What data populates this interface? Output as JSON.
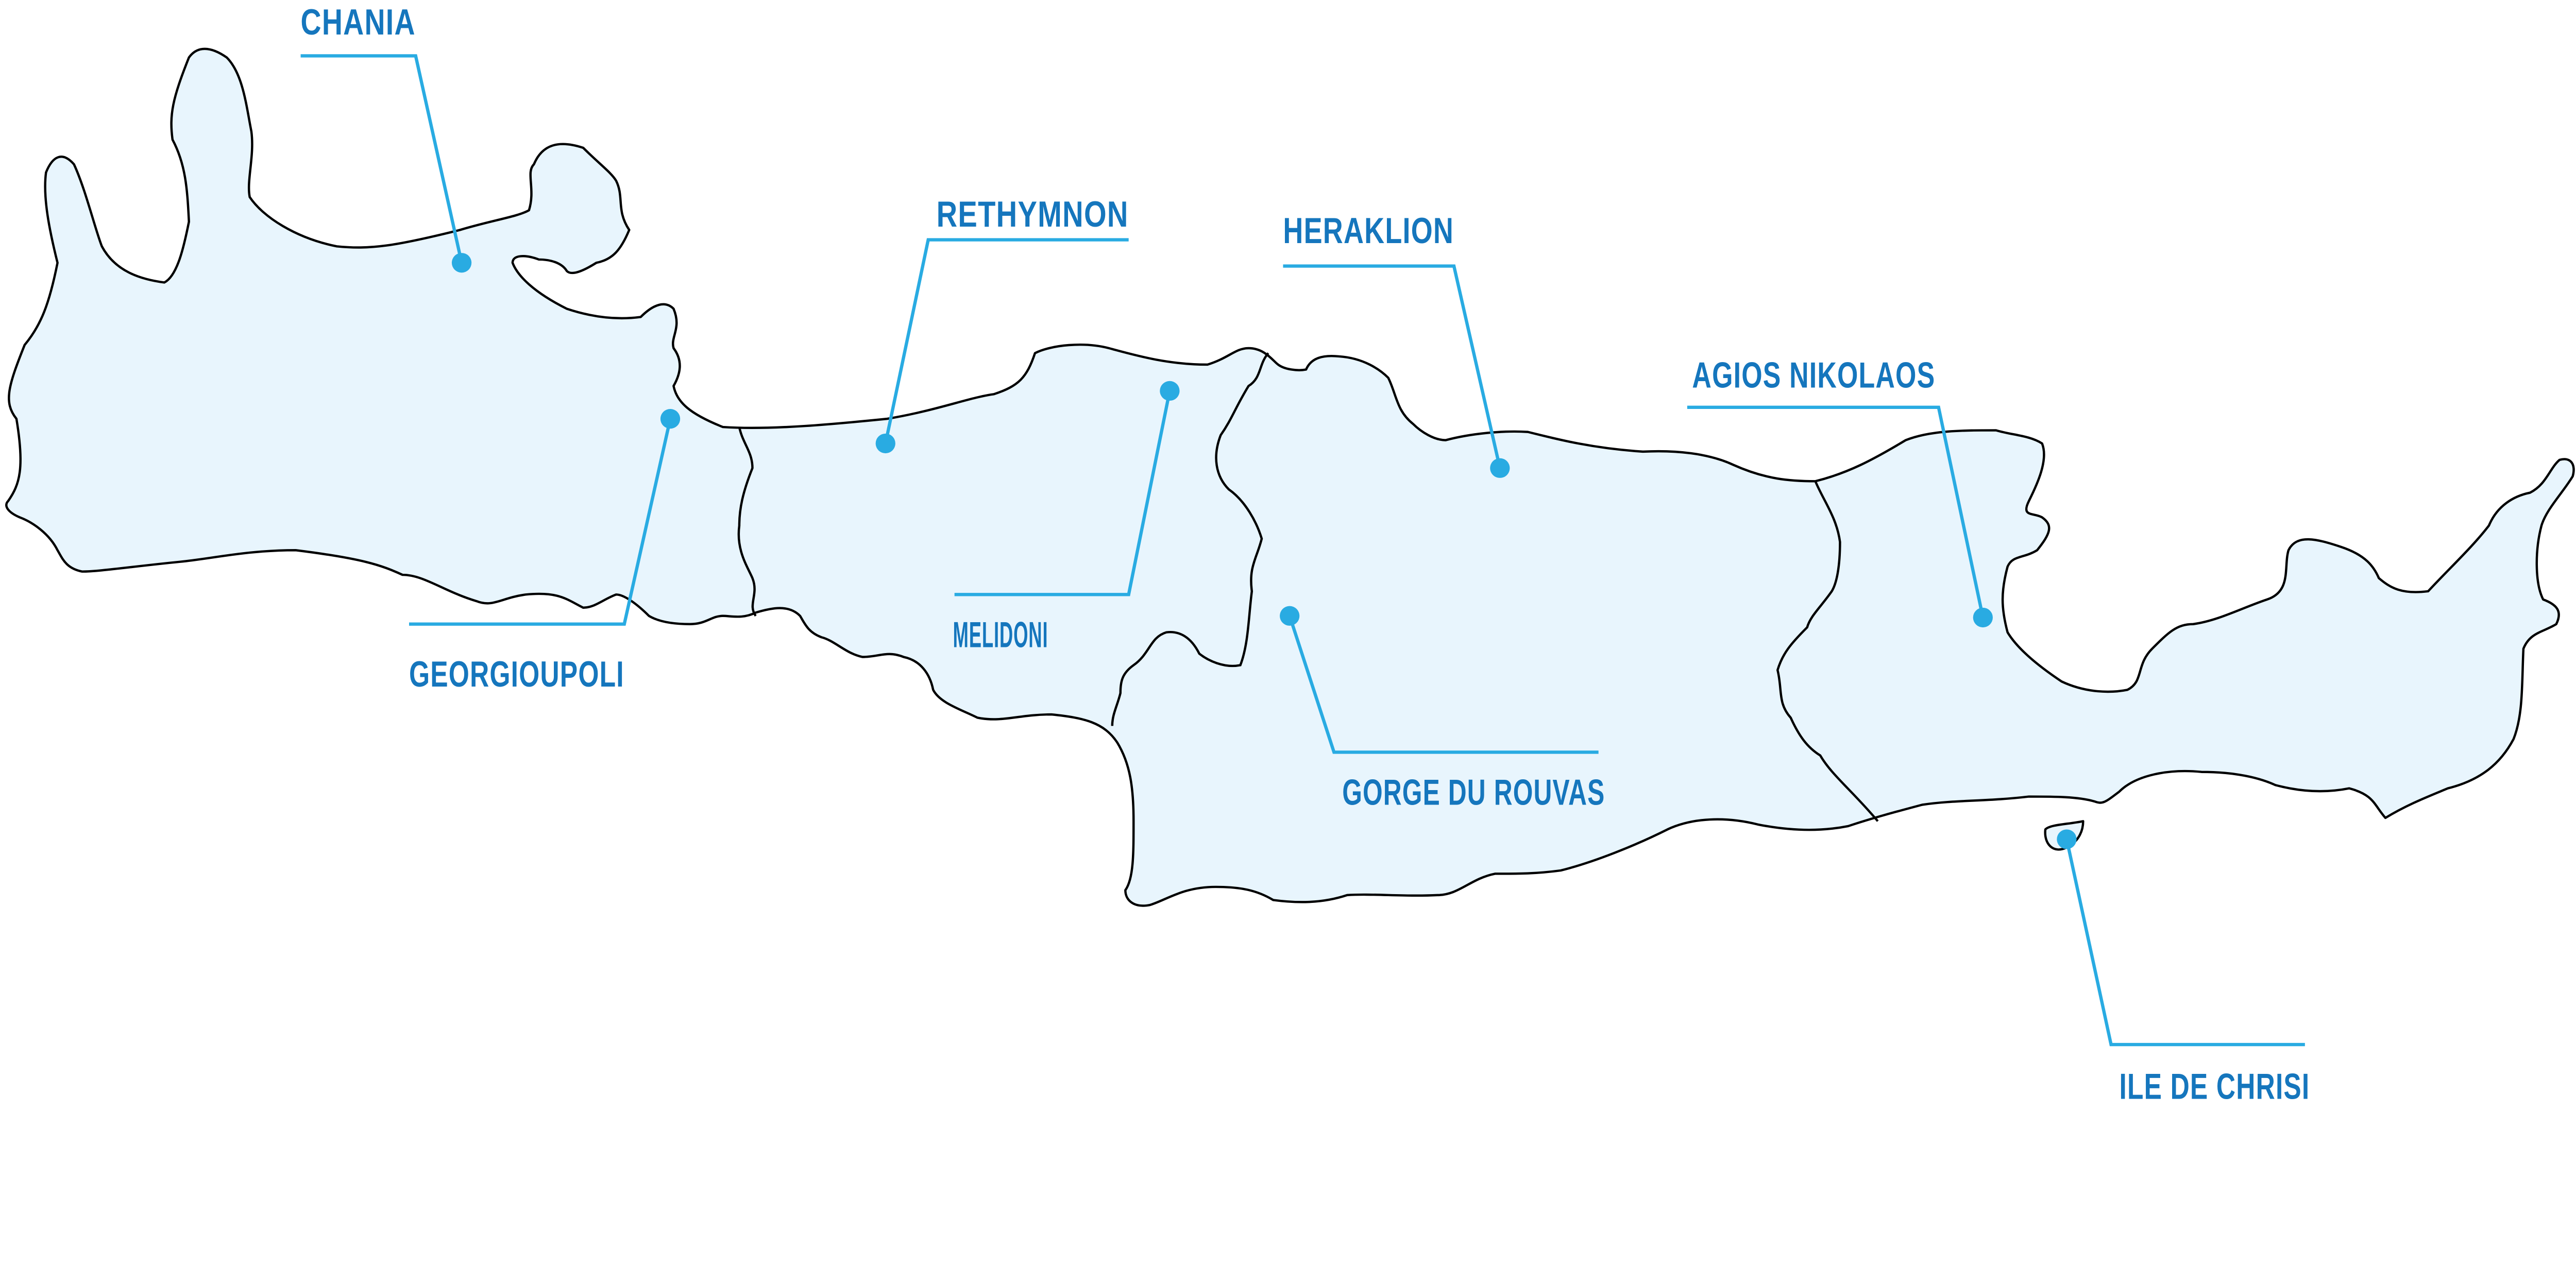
{
  "colors": {
    "label": "#1576bd",
    "leader": "#29abe2",
    "land": "#e8f5fd",
    "outline": "#000000"
  },
  "locations": {
    "chania": "CHANIA",
    "rethymnon": "RETHYMNON",
    "heraklion": "HERAKLION",
    "agios_nikolaos": "AGIOS NIKOLAOS",
    "melidoni": "MELIDONI",
    "georgioupoli": "GEORGIOUPOLI",
    "gorge_du_rouvas": "GORGE DU ROUVAS",
    "ile_de_chrisi": "ILE DE CHRISI"
  }
}
